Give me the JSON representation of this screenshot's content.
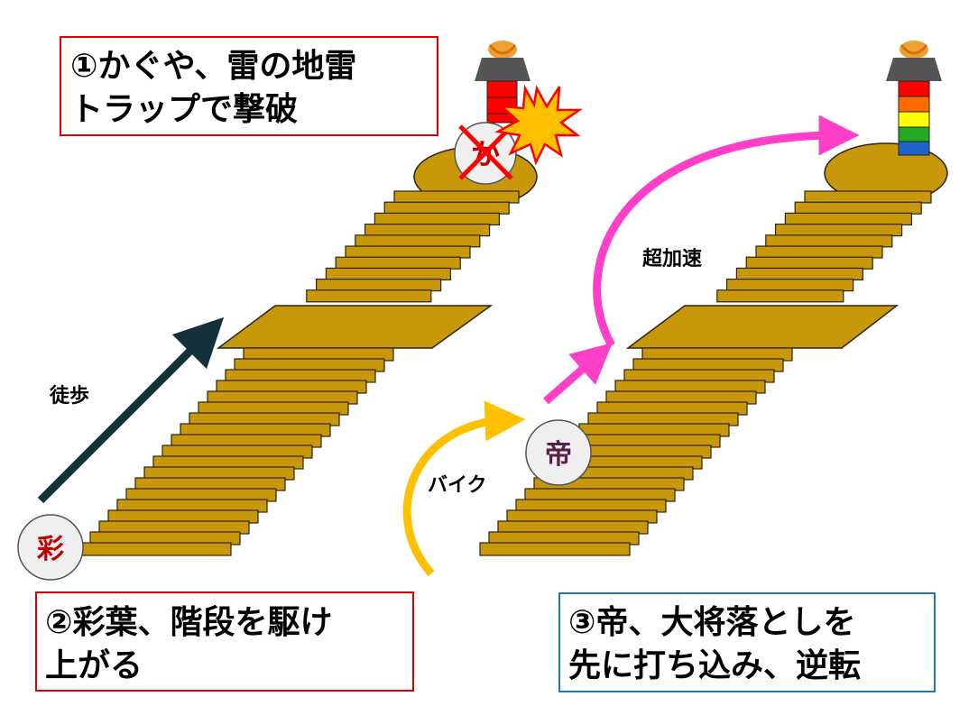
{
  "captions": {
    "c1": {
      "line1": "①かぐや、雷の地雷",
      "line2": "トラップで撃破",
      "border": "#E00000"
    },
    "c2": {
      "line1": "②彩葉、階段を駆け",
      "line2": "上がる",
      "border": "#E00000"
    },
    "c3": {
      "line1": "③帝、大将落としを",
      "line2": "先に打ち込み、逆転",
      "border": "#1E74BE"
    }
  },
  "labels": {
    "walk": "徒歩",
    "bike": "バイク",
    "boost": "超加速"
  },
  "characters": {
    "iroha": {
      "char": "彩",
      "color": "#C00000"
    },
    "kaguya": {
      "char": "か",
      "color": "#C00000"
    },
    "mikado": {
      "char": "帝",
      "color": "#5B1D4A"
    }
  },
  "colors": {
    "stairs": "#C9980A",
    "walk_arrow": "#14303A",
    "bike_arrow": "#FFC000",
    "boost_arrow": "#FF3FC8",
    "explosion": "#FFC000",
    "cross": "#FF0000"
  },
  "goal_left": {
    "segments": [
      "red",
      "red"
    ]
  },
  "goal_right": {
    "segments": [
      "red",
      "orange",
      "yellow",
      "green",
      "blue"
    ]
  }
}
